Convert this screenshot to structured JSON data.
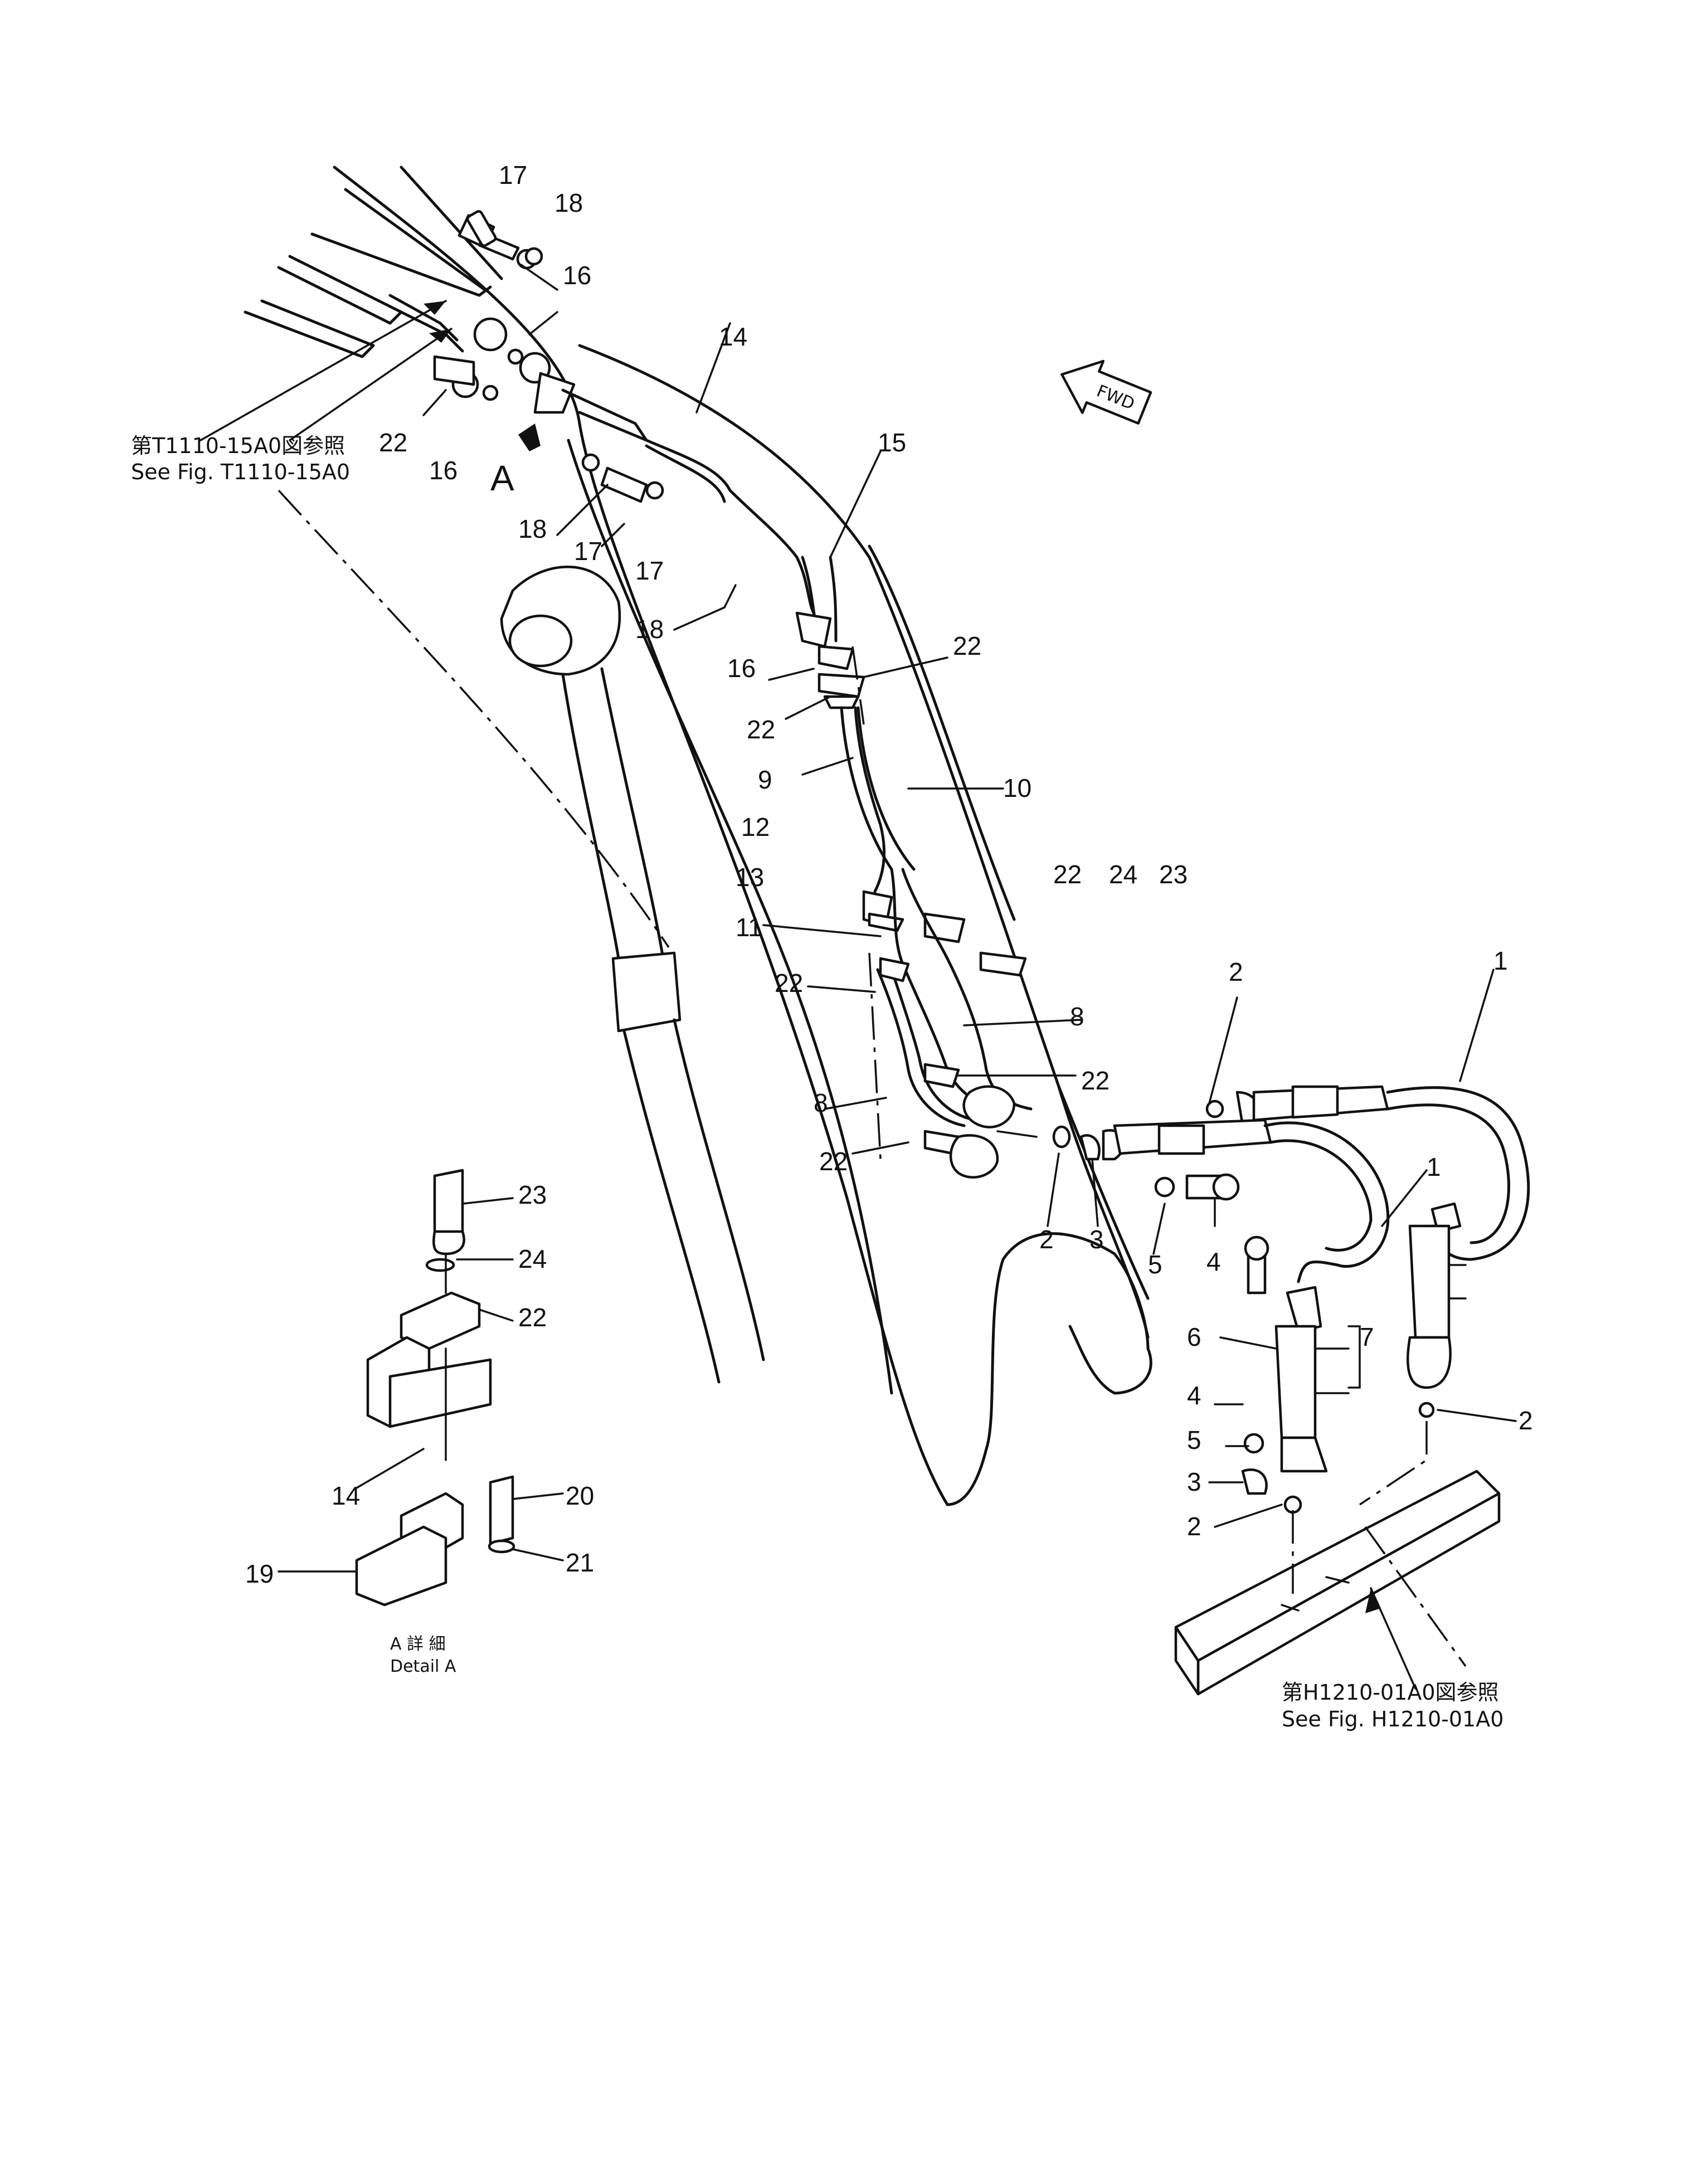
{
  "callouts": {
    "ref_top_jp": "第T1110-15A0図参照",
    "ref_top_en": "See  Fig.  T1110-15A0",
    "ref_bottom_jp": "第H1210-01A0図参照",
    "ref_bottom_en": "See  Fig.  H1210-01A0",
    "fwd": "FWD",
    "view_letter": "A",
    "detail_jp": "A 詳 細",
    "detail_en": "Detail  A"
  },
  "part_numbers": {
    "p1": "1",
    "p2": "2",
    "p3": "3",
    "p4": "4",
    "p5": "5",
    "p6": "6",
    "p7": "7",
    "p8": "8",
    "p9": "9",
    "p10": "10",
    "p11": "11",
    "p12": "12",
    "p13": "13",
    "p14": "14",
    "p15": "15",
    "p16": "16",
    "p17": "17",
    "p18": "18",
    "p19": "19",
    "p20": "20",
    "p21": "21",
    "p22": "22",
    "p23": "23",
    "p24": "24"
  }
}
